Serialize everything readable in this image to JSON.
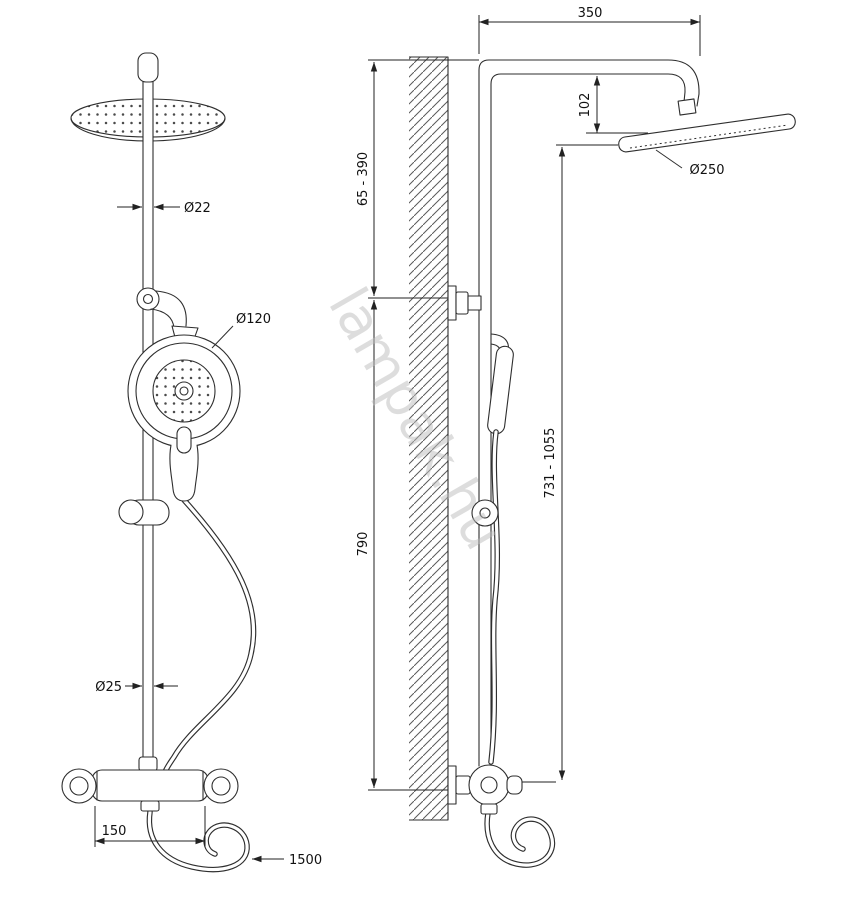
{
  "page": {
    "background": "#ffffff",
    "line_color": "#2e2e2e"
  },
  "watermark": {
    "text": "lampak.hu",
    "color": "#bdbdbd"
  },
  "front_view": {
    "dim_riser_pipe_diameter": "Ø22",
    "dim_hand_shower_diameter": "Ø120",
    "dim_lower_pipe_diameter": "Ø25",
    "dim_inlet_spacing": "150",
    "dim_hose_length": "1500"
  },
  "side_view": {
    "dim_arm_reach": "350",
    "dim_head_drop": "102",
    "dim_head_diameter": "Ø250",
    "dim_upper_adjust_range": "65 - 390",
    "dim_column_height": "790",
    "dim_overall_range": "731 - 1055"
  }
}
